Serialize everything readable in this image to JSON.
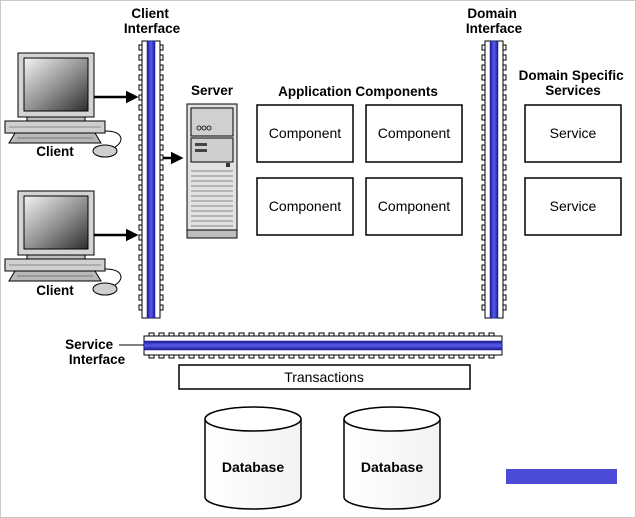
{
  "labels": {
    "client_interface": [
      "Client",
      "Interface"
    ],
    "domain_interface": [
      "Domain",
      "Interface"
    ],
    "server": "Server",
    "application_components": "Application Components",
    "domain_specific_services": [
      "Domain Specific",
      "Services"
    ],
    "service_interface": [
      "Service",
      "Interface"
    ],
    "client": "Client"
  },
  "clients": [
    "Client",
    "Client"
  ],
  "components": [
    "Component",
    "Component",
    "Component",
    "Component"
  ],
  "services": [
    "Service",
    "Service"
  ],
  "transactions": "Transactions",
  "databases": [
    "Database",
    "Database"
  ],
  "colors": {
    "bus_fill": "#3a3ad8",
    "bus_edge": "#1a1a90",
    "legend_bar": "#4b4bd6",
    "line": "#000000",
    "gray_mid": "#b5b5b5",
    "gray_dark": "#8a8a8a",
    "gray_light": "#dedede"
  }
}
